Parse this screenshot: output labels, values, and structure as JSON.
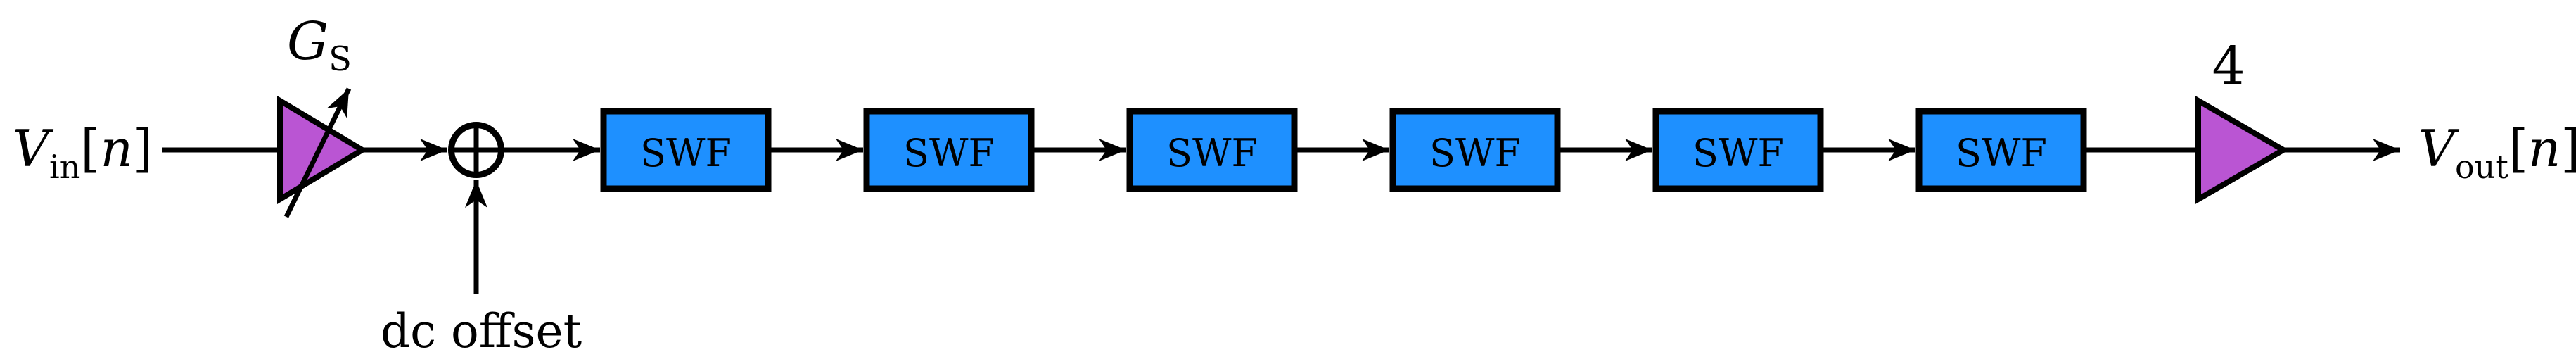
{
  "diagram": {
    "colors": {
      "swf_block_fill": "#1E90FF",
      "amplifier_fill": "#BA55D3",
      "line_color": "#000000",
      "background": "#FFFFFF"
    },
    "input_signal": {
      "base": "V",
      "subscript": "in",
      "open_bracket": "[",
      "index": "n",
      "close_bracket": "]"
    },
    "output_signal": {
      "base": "V",
      "subscript": "out",
      "open_bracket": "[",
      "index": "n",
      "close_bracket": "]"
    },
    "input_amplifier": {
      "gain_base": "G",
      "gain_subscript": "S"
    },
    "output_amplifier": {
      "gain_label": "4"
    },
    "summing_junction": {
      "icon": "circle-plus",
      "dc_input_label": "dc offset"
    },
    "swf_blocks": [
      {
        "label": "SWF"
      },
      {
        "label": "SWF"
      },
      {
        "label": "SWF"
      },
      {
        "label": "SWF"
      },
      {
        "label": "SWF"
      },
      {
        "label": "SWF"
      }
    ]
  }
}
